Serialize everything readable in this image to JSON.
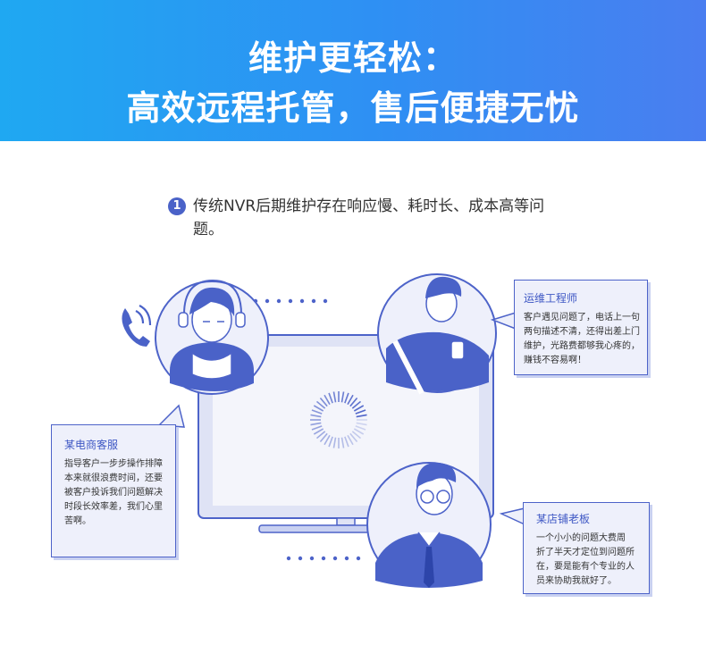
{
  "banner": {
    "line1": "维护更轻松：",
    "line2": "高效远程托管，售后便捷无忧"
  },
  "intro": {
    "number": "1",
    "text": "传统NVR后期维护存在响应慢、耗时长、成本高等问题。"
  },
  "bubbles": {
    "ops": {
      "title": "运维工程师",
      "lines": [
        "客户遇见问题了，电话上一句",
        "两句描述不清，还得出差上门",
        "维护，光路费都够我心疼的，",
        "赚钱不容易啊！"
      ]
    },
    "cs": {
      "title": "某电商客服",
      "lines": [
        "指导客户一步步操作排障",
        "本来就很浪费时间，还要",
        "被客户投诉我们问题解决",
        "时段长效率差，我们心里",
        "苦啊。"
      ]
    },
    "boss": {
      "title": "某店铺老板",
      "lines": [
        "一个小小的问题大费周",
        "折了半天才定位到问题所",
        "在，要是能有个专业的人",
        "员来协助我就好了。"
      ]
    }
  },
  "colors": {
    "accent": "#4a62c8",
    "banner_start": "#1fa8f2",
    "banner_end": "#4a7ef0",
    "line": "#4d63c9",
    "fill_light": "#eef0fb"
  },
  "icons": [
    "phone-ringing-icon",
    "loading-spinner-icon"
  ]
}
